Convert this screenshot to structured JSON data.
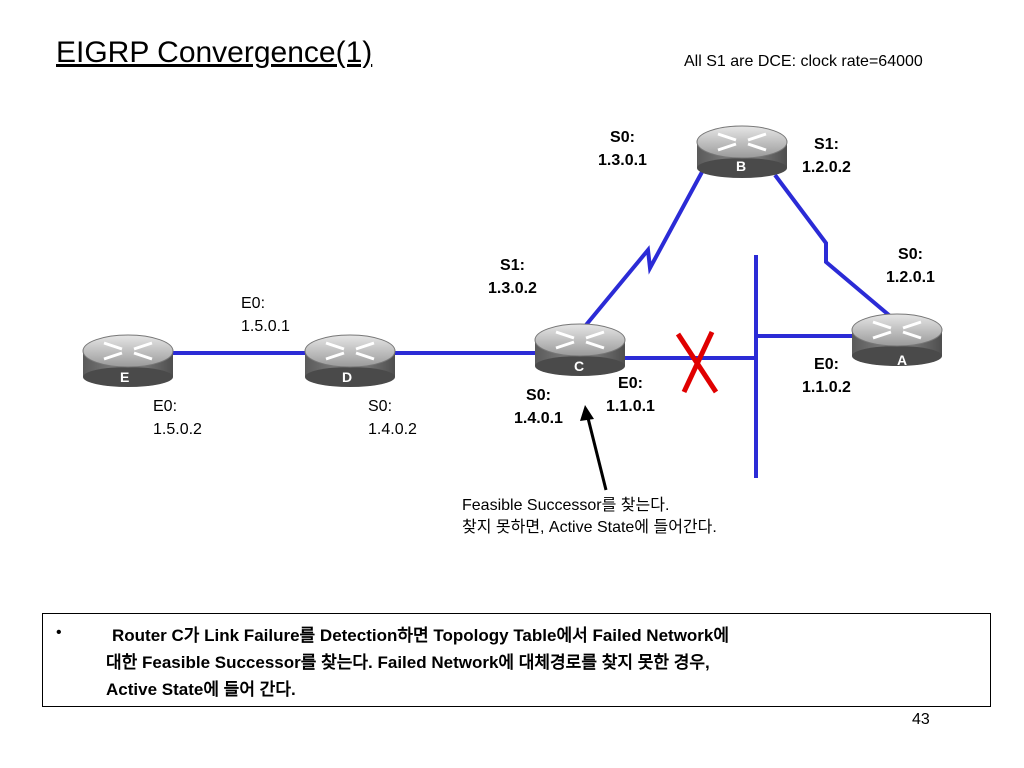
{
  "title": "EIGRP Convergence(1)",
  "top_note": "All S1 are DCE: clock rate=64000",
  "routers": [
    {
      "id": "E",
      "label": "E"
    },
    {
      "id": "D",
      "label": "D"
    },
    {
      "id": "C",
      "label": "C"
    },
    {
      "id": "B",
      "label": "B"
    },
    {
      "id": "A",
      "label": "A"
    }
  ],
  "interfaces": {
    "b_s0": [
      "S0:",
      "1.3.0.1"
    ],
    "b_s1": [
      "S1:",
      "1.2.0.2"
    ],
    "c_s1": [
      "S1:",
      "1.3.0.2"
    ],
    "a_s0": [
      "S0:",
      "1.2.0.1"
    ],
    "d_e0": [
      "E0:",
      "1.5.0.1"
    ],
    "e_e0": [
      "E0:",
      "1.5.0.2"
    ],
    "d_s0": [
      "S0:",
      "1.4.0.2"
    ],
    "c_s0": [
      "S0:",
      "1.4.0.1"
    ],
    "c_e0": [
      "E0:",
      "1.1.0.1"
    ],
    "a_e0": [
      "E0:",
      "1.1.0.2"
    ]
  },
  "callout": [
    "Feasible Successor를 찾는다.",
    "찾지 못하면, Active State에 들어간다."
  ],
  "bullet_symbol": "•",
  "summary_lines": [
    "Router C가 Link Failure를 Detection하면 Topology Table에서 Failed Network에",
    "대한 Feasible Successor를 찾는다. Failed Network에 대체경로를 찾지 못한 경우,",
    "Active State에 들어 간다."
  ],
  "page_number": "43",
  "colors": {
    "link": "#2b2bd6",
    "failure": "#e00000",
    "router_top": "#c8c8c8",
    "router_side": "#6e6e6e"
  }
}
